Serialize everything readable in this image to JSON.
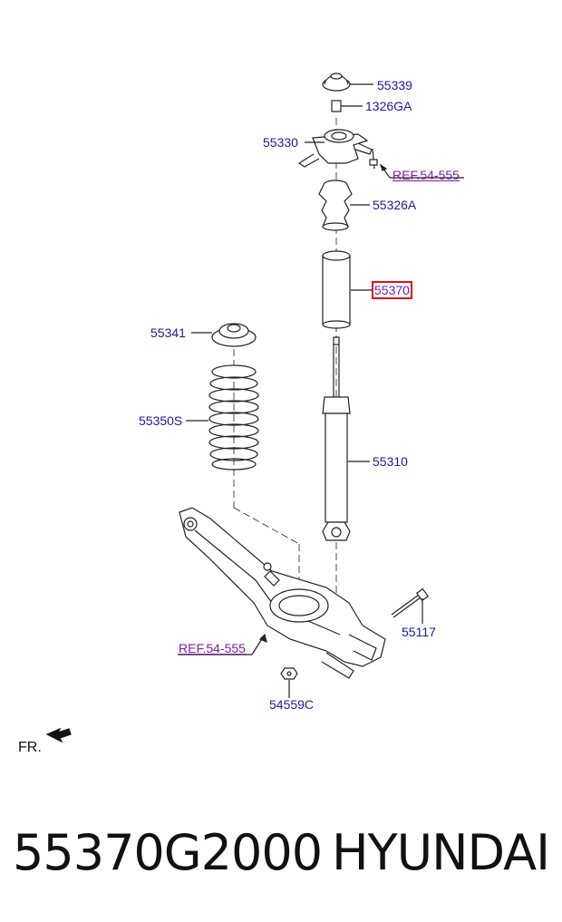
{
  "labels": {
    "p55339": "55339",
    "p1326ga": "1326GA",
    "p55330": "55330",
    "ref_upper": "REF.54-555",
    "p55326a": "55326A",
    "p55370": "55370",
    "p55341": "55341",
    "p55350s": "55350S",
    "p55310": "55310",
    "p55117": "55117",
    "ref_lower": "REF.54-555",
    "p54559c": "54559C",
    "fr": "FR."
  },
  "footer": {
    "part_number": "55370G2000",
    "brand": "HYUNDAI"
  },
  "colors": {
    "label": "#1a1aa0",
    "ref_link": "#7a1fa2",
    "highlight_box": "#e01010",
    "line_art": "#222222"
  }
}
